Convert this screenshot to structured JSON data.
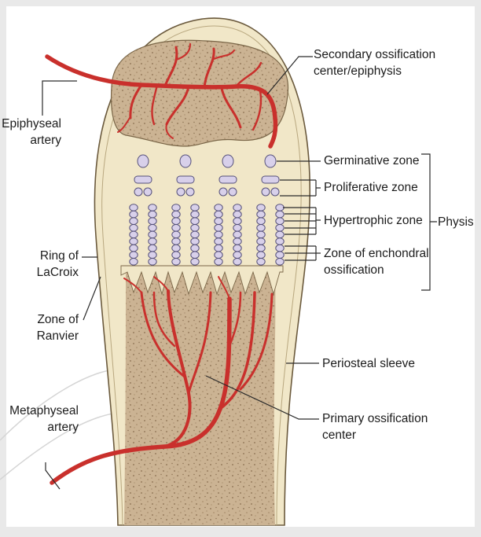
{
  "labels": {
    "secondary_center": [
      "Secondary ossification",
      "center/epiphysis"
    ],
    "epiphyseal_artery": [
      "Epiphyseal",
      "artery"
    ],
    "germinative_zone": "Germinative zone",
    "proliferative_zone": "Proliferative zone",
    "hypertrophic_zone": "Hypertrophic zone",
    "enchondral_zone": [
      "Zone of enchondral",
      "ossification"
    ],
    "physis": "Physis",
    "ring_lacroix": [
      "Ring of",
      "LaCroix"
    ],
    "zone_ranvier": [
      "Zone of",
      "Ranvier"
    ],
    "periosteal_sleeve": "Periosteal sleeve",
    "metaphyseal_artery": [
      "Metaphyseal",
      "artery"
    ],
    "primary_center": [
      "Primary ossification",
      "center"
    ]
  },
  "colors": {
    "page_background": "#e9e9e9",
    "figure_background": "#ffffff",
    "cartilage": "#f1e7c8",
    "bone": "#cbb393",
    "bone_speckle": "#8a6f50",
    "artery": "#c9302c",
    "chondrocyte": "#d8d0ea",
    "leader_line": "#2a2a2a"
  }
}
